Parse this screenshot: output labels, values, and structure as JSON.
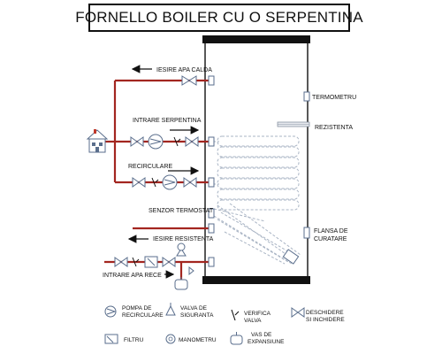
{
  "title": "FORNELLO BOILER CU O SERPENTINA",
  "colors": {
    "pipe": "#a32620",
    "line": "#111111",
    "tank_band": "#111111",
    "coil": "#a9b4c4",
    "fixture": "#5a6e8c",
    "house_accent": "#c0392b"
  },
  "diagram": {
    "labels": {
      "hot_water_out": "IESIRE APA CALDA",
      "coil_in": "INTRARE SERPENTINA",
      "recirculation": "RECIRCULARE",
      "thermostat_sensor": "SENZOR TERMOSTAT",
      "resistance_out": "IESIRE RESISTENTA",
      "cold_water_in": "INTRARE APA RECE",
      "thermometer": "TERMOMETRU",
      "resistance": "REZISTENTA",
      "cleaning_flange": [
        "FLANSA DE",
        "CURATARE"
      ]
    }
  },
  "legend": [
    {
      "icon": "pump-icon",
      "lines": [
        "POMPA DE",
        "RECIRCULARE"
      ]
    },
    {
      "icon": "safety-valve-icon",
      "lines": [
        "VALVA DE",
        "SIGURANTA"
      ]
    },
    {
      "icon": "check-valve-icon",
      "lines": [
        "VERIFICA",
        "VALVA"
      ]
    },
    {
      "icon": "shutoff-valve-icon",
      "lines": [
        "DESCHIDERE",
        "SI INCHIDERE"
      ]
    },
    {
      "icon": "filter-icon",
      "lines": [
        "FILTRU"
      ]
    },
    {
      "icon": "pressure-gauge-icon",
      "lines": [
        "MANOMETRU"
      ]
    },
    {
      "icon": "expansion-vessel-icon",
      "lines": [
        "VAS DE",
        "EXPANSIUNE"
      ]
    }
  ]
}
